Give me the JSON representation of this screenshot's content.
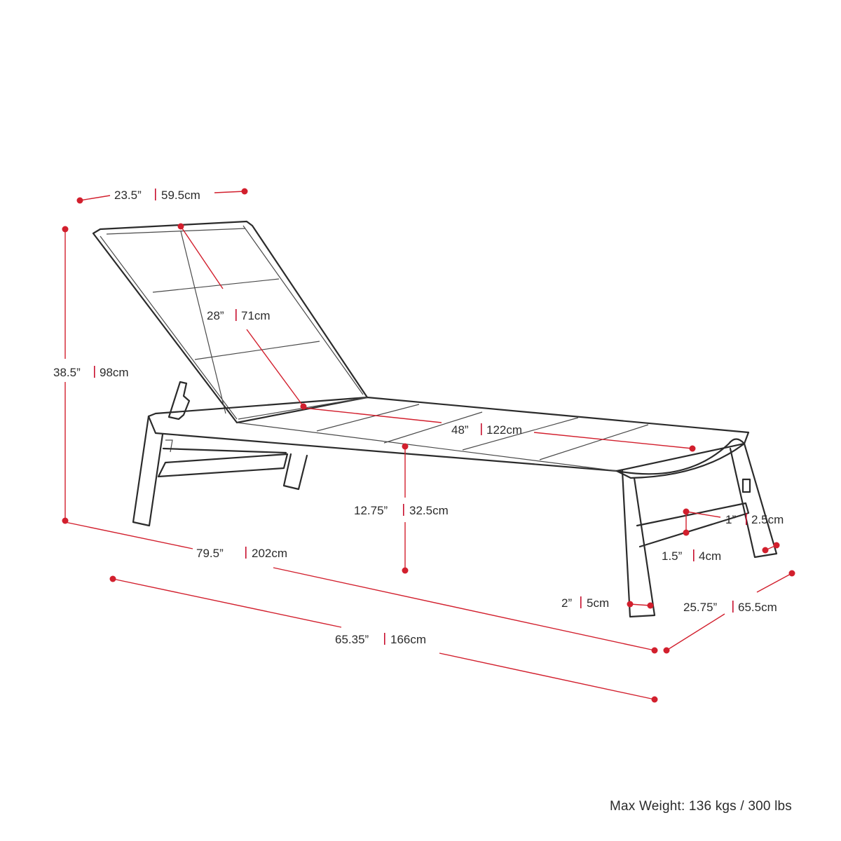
{
  "dimensions": {
    "top_width": {
      "a": "23.5”",
      "b": "59.5cm"
    },
    "back_length": {
      "a": "28”",
      "b": "71cm"
    },
    "total_height": {
      "a": "38.5”",
      "b": "98cm"
    },
    "seat_length": {
      "a": "48”",
      "b": "122cm"
    },
    "seat_height": {
      "a": "12.75”",
      "b": "32.5cm"
    },
    "rail_height": {
      "a": "1”",
      "b": "2.5cm"
    },
    "rail_width": {
      "a": "1.5”",
      "b": "4cm"
    },
    "total_length": {
      "a": "79.5”",
      "b": "202cm"
    },
    "leg_width": {
      "a": "2”",
      "b": "5cm"
    },
    "total_width": {
      "a": "25.75”",
      "b": "65.5cm"
    },
    "base_length": {
      "a": "65.35”",
      "b": "166cm"
    }
  },
  "footer": {
    "max_weight": "Max Weight: 136 kgs / 300 lbs"
  },
  "colors": {
    "dimension_red": "#d21f2d",
    "outline": "#2b2b2b"
  }
}
